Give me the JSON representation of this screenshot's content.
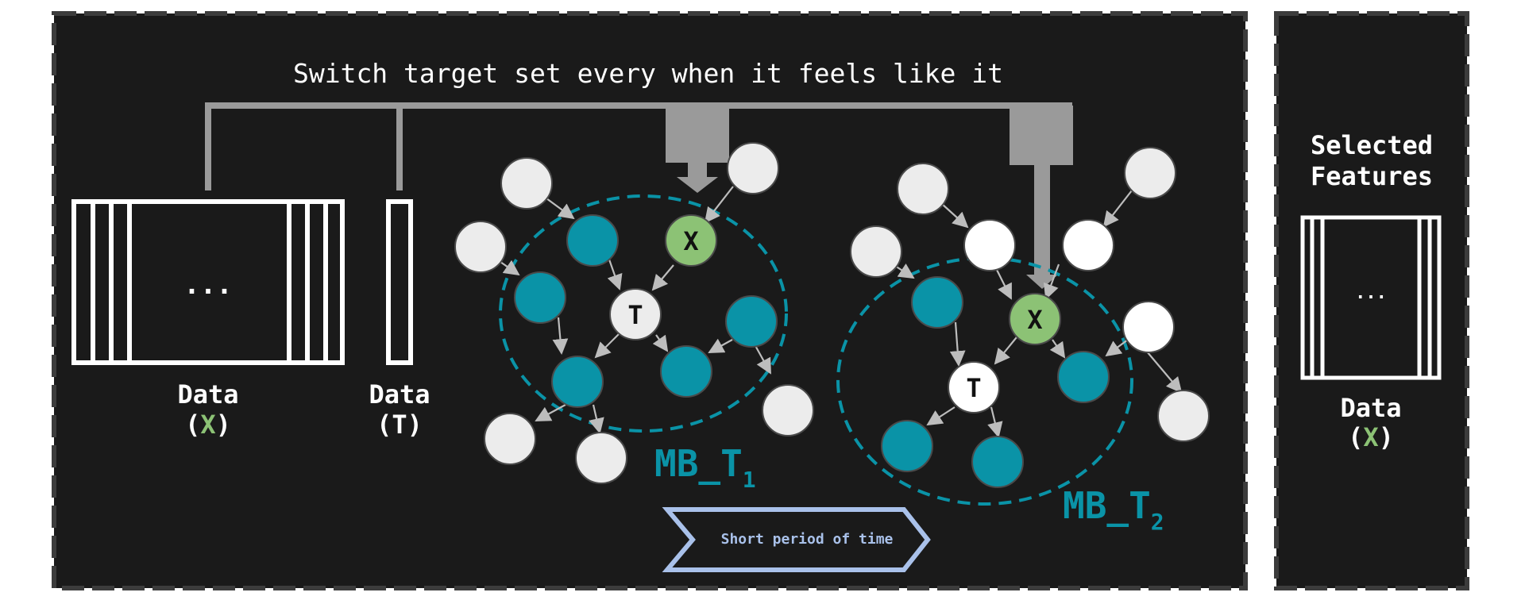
{
  "diagram": {
    "top_caption": "Switch target set every when it feels like it",
    "data_x": {
      "line1": "Data",
      "open": "(",
      "var": "X",
      "close": ")"
    },
    "data_t": {
      "line1": "Data",
      "line2": "(T)"
    },
    "matrix_dots": "...",
    "node_x": "X",
    "node_t": "T",
    "mb1": {
      "base": "MB_T",
      "sub": "1"
    },
    "mb2": {
      "base": "MB_T",
      "sub": "2"
    },
    "arrow_label": "Short period of time",
    "selected": {
      "title_line1": "Selected",
      "title_line2": "Features",
      "matrix_dots": "...",
      "data_line1": "Data",
      "open": "(",
      "var": "X",
      "close": ")"
    },
    "colors": {
      "panel_bg": "#1a1a1a",
      "border": "#3c3c3c",
      "teal": "#0a93a7",
      "green": "#8cc275",
      "node_grey": "#ececec",
      "node_white": "#ffffff",
      "arrow_grey": "#9a9a9a",
      "time_arrow": "#a9c1ea",
      "text": "#ffffff"
    }
  }
}
